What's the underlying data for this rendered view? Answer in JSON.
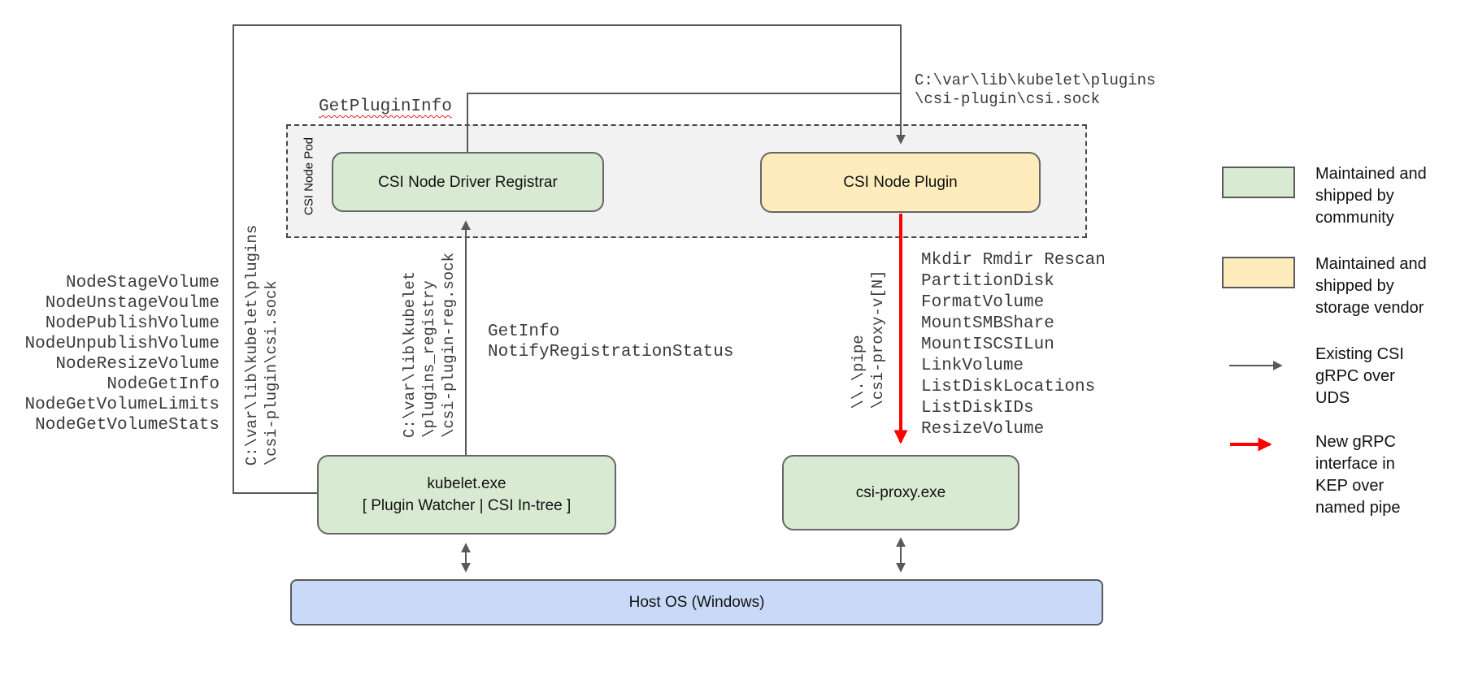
{
  "pod_label": "CSI Node Pod",
  "boxes": {
    "registrar": "CSI Node Driver Registrar",
    "plugin": "CSI Node Plugin",
    "kubelet_line1": "kubelet.exe",
    "kubelet_line2": "[ Plugin Watcher | CSI In-tree ]",
    "csi_proxy": "csi-proxy.exe",
    "host_os": "Host OS (Windows)"
  },
  "annotations": {
    "get_plugin_info": "GetPluginInfo",
    "plugin_socket_path": "C:\\var\\lib\\kubelet\\plugins\n\\csi-plugin\\csi.sock",
    "kubelet_socket_path_vertical": "C:\\var\\lib\\kubelet\\plugins\n\\csi-plugin\\csi.sock",
    "registry_socket_path_vertical": "C:\\var\\lib\\kubelet\n\\plugins_registry\n\\csi-plugin-reg.sock",
    "named_pipe_vertical": "\\\\.\\pipe\n\\csi-proxy-v[N]",
    "registration_calls": "GetInfo\nNotifyRegistrationStatus",
    "node_methods": [
      "NodeStageVolume",
      "NodeUnstageVoulme",
      "NodePublishVolume",
      "NodeUnpublishVolume",
      "NodeResizeVolume",
      "NodeGetInfo",
      "NodeGetVolumeLimits",
      "NodeGetVolumeStats"
    ],
    "proxy_methods": [
      "Mkdir Rmdir Rescan",
      "PartitionDisk",
      "FormatVolume",
      "MountSMBShare",
      "MountISCSILun",
      "LinkVolume",
      "ListDiskLocations",
      "ListDiskIDs",
      "ResizeVolume"
    ]
  },
  "legend": {
    "community": "Maintained and shipped by community",
    "vendor": "Maintained and shipped by storage vendor",
    "uds": "Existing CSI gRPC over UDS",
    "pipe": "New gRPC interface in KEP over named pipe"
  },
  "colors": {
    "community_fill": "#d9ead3",
    "vendor_fill": "#feecbd",
    "host_fill": "#c9daf8",
    "pod_fill": "#f2f2f2",
    "line_gray": "#595959",
    "new_interface_red": "#ff0000"
  }
}
